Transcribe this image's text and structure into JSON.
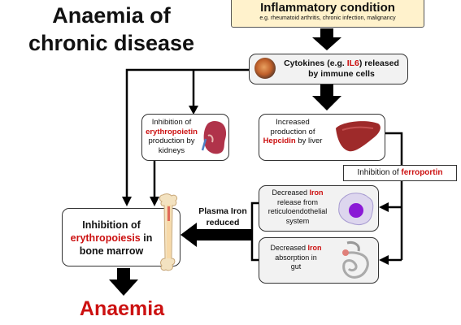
{
  "title": {
    "line1": "Anaemia of",
    "line2": "chronic disease"
  },
  "inflammatory": {
    "heading": "Inflammatory condition",
    "examples": "e.g. rheumatoid arthritis, chronic infection, malignancy"
  },
  "cytokines": {
    "pre": "Cytokines (e.g. ",
    "highlight": "IL6",
    "post": ") released",
    "line2": "by immune cells"
  },
  "epo": {
    "line1": "Inhibition of",
    "highlight": "erythropoietin",
    "line3": "production by",
    "line4": "kidneys"
  },
  "hepcidin": {
    "line1": "Increased",
    "line2": "production of",
    "highlight": "Hepcidin",
    "post": " by liver"
  },
  "ferroportin": {
    "pre": "Inhibition of ",
    "highlight": "ferroportin"
  },
  "release": {
    "pre": "Decreased ",
    "highlight": "Iron",
    "line2": "release from",
    "line3": "reticuloendothelial",
    "line4": "system"
  },
  "absorption": {
    "pre": "Decreased ",
    "highlight": "Iron",
    "line2": "absorption in",
    "line3": "gut"
  },
  "plasma_iron": {
    "line1": "Plasma Iron",
    "line2": "reduced"
  },
  "erythropoiesis": {
    "line1": "Inhibition of",
    "highlight": "erythropoiesis",
    "post": " in",
    "line3": "bone marrow"
  },
  "result": "Anaemia",
  "colors": {
    "accent_red": "#cc1111",
    "yellow_box": "#fff2cc",
    "box_gray": "#f2f2f2",
    "arrow": "#000000"
  }
}
